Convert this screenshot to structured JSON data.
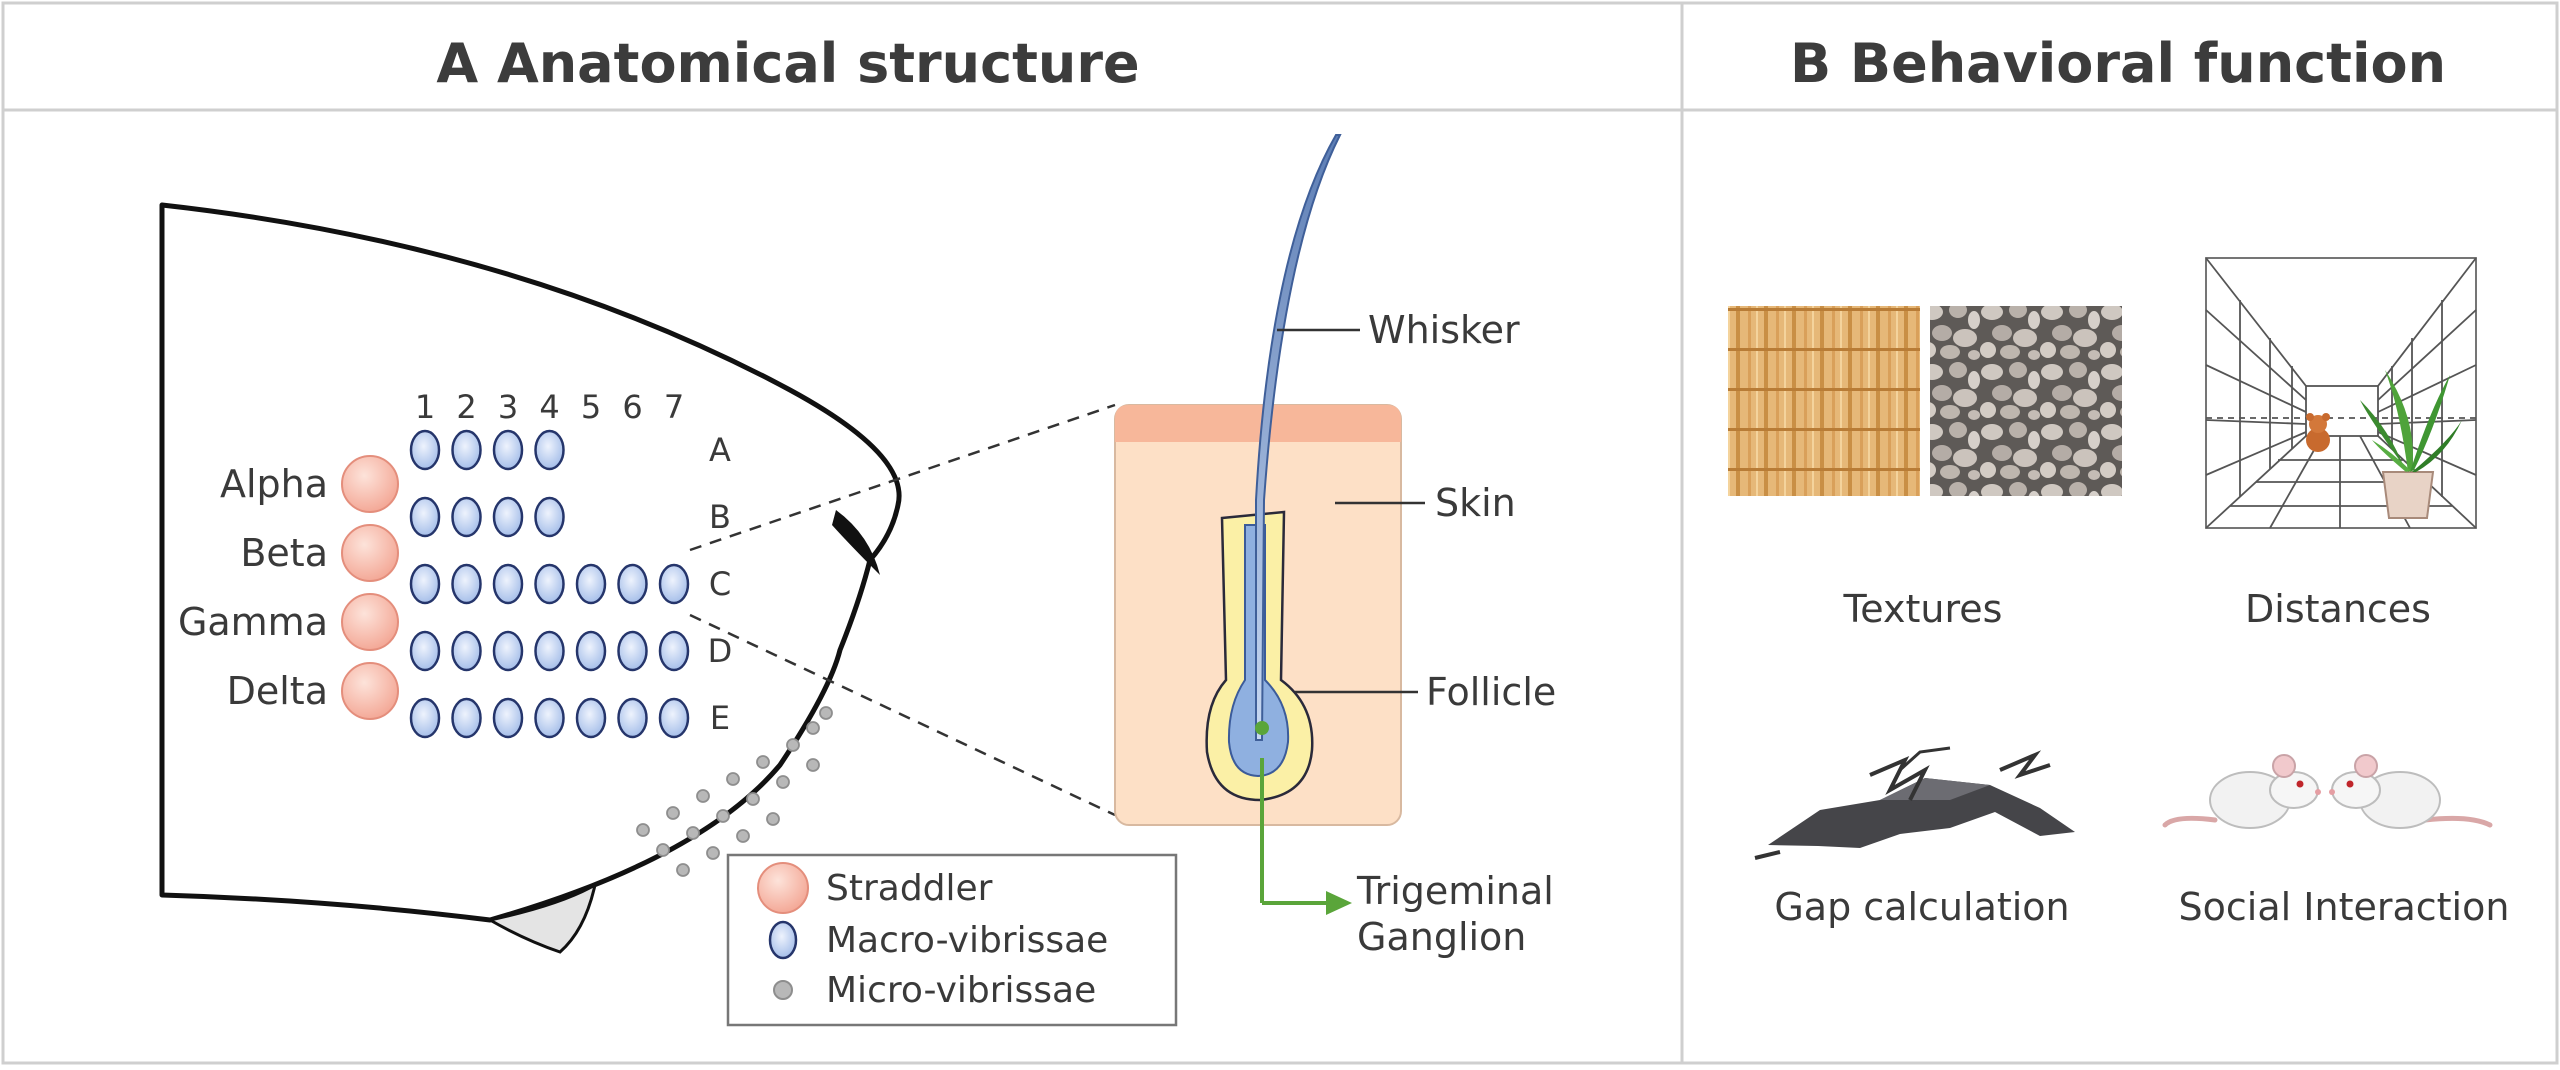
{
  "panels": {
    "a_title": "A Anatomical structure",
    "b_title": "B Behavioral function"
  },
  "anatomy": {
    "column_numbers": [
      "1",
      "2",
      "3",
      "4",
      "5",
      "6",
      "7"
    ],
    "row_letters": [
      "A",
      "B",
      "C",
      "D",
      "E"
    ],
    "row_counts": [
      4,
      4,
      7,
      7,
      7
    ],
    "straddlers": [
      "Alpha",
      "Beta",
      "Gamma",
      "Delta"
    ],
    "follicle_labels": {
      "whisker": "Whisker",
      "skin": "Skin",
      "follicle": "Follicle",
      "ganglion_line1": "Trigeminal",
      "ganglion_line2": "Ganglion"
    },
    "legend": {
      "straddler": "Straddler",
      "macro": "Macro-vibrissae",
      "micro": "Micro-vibrissae"
    },
    "colors": {
      "straddler": "#f6b6a6",
      "macro": "#b8cdf0",
      "micro": "#b8b8b8",
      "skin": "#fde0c6",
      "skin_top": "#f7b79a",
      "follicle": "#fbf0a6",
      "bulb": "#8fb0e0",
      "nerve": "#5aa53a"
    }
  },
  "behaviors": [
    {
      "label": "Textures"
    },
    {
      "label": "Distances"
    },
    {
      "label": "Gap calculation"
    },
    {
      "label": "Social Interaction"
    }
  ]
}
